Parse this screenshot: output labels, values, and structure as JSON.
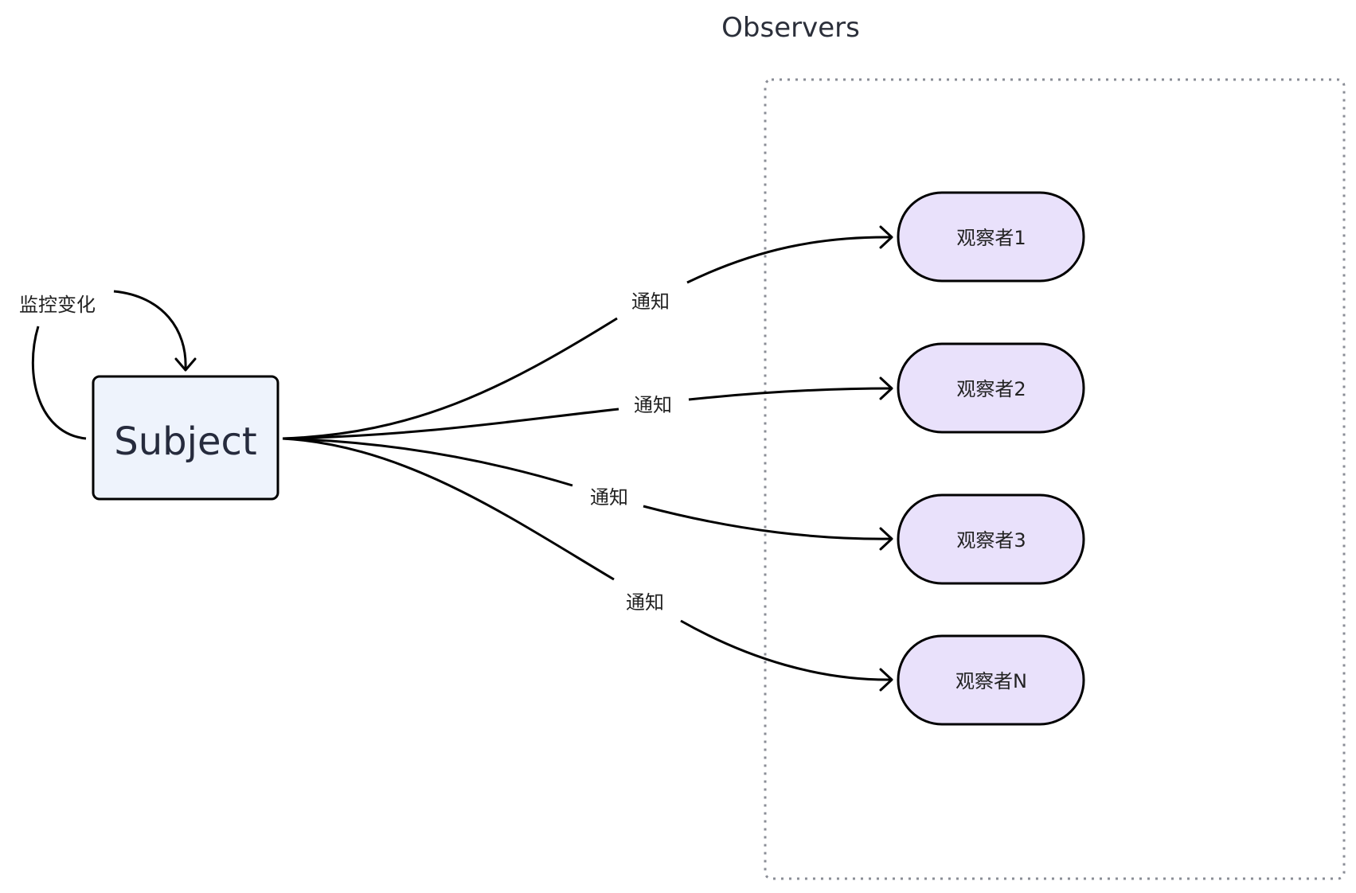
{
  "colors": {
    "background": "#ffffff",
    "subject_fill": "#eef3fc",
    "observer_fill": "#e9e1fb",
    "stroke": "#000000",
    "group_border": "#8a8d96"
  },
  "group": {
    "title": "Observers"
  },
  "subject": {
    "label": "Subject"
  },
  "self_loop": {
    "label": "监控变化"
  },
  "observers": [
    {
      "label": "观察者1"
    },
    {
      "label": "观察者2"
    },
    {
      "label": "观察者3"
    },
    {
      "label": "观察者N"
    }
  ],
  "edges": [
    {
      "from": "Subject",
      "to": "观察者1",
      "label": "通知"
    },
    {
      "from": "Subject",
      "to": "观察者2",
      "label": "通知"
    },
    {
      "from": "Subject",
      "to": "观察者3",
      "label": "通知"
    },
    {
      "from": "Subject",
      "to": "观察者N",
      "label": "通知"
    }
  ]
}
